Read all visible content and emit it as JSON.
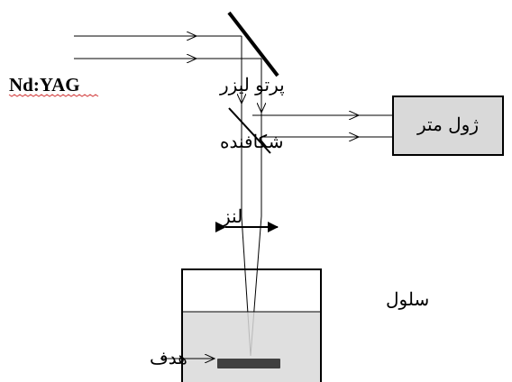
{
  "labels": {
    "laser_text": "پرتو لیزر",
    "laser_model": "Nd:YAG",
    "beam_splitter": "شکافنده",
    "joulemeter": "ژول متر",
    "lens": "لنز",
    "cell": "سلول",
    "target": "هدف"
  },
  "colors": {
    "line": "#000000",
    "liquid": "#d9d9d9",
    "meter_box": "#d9d9d9",
    "target": "#404040"
  }
}
